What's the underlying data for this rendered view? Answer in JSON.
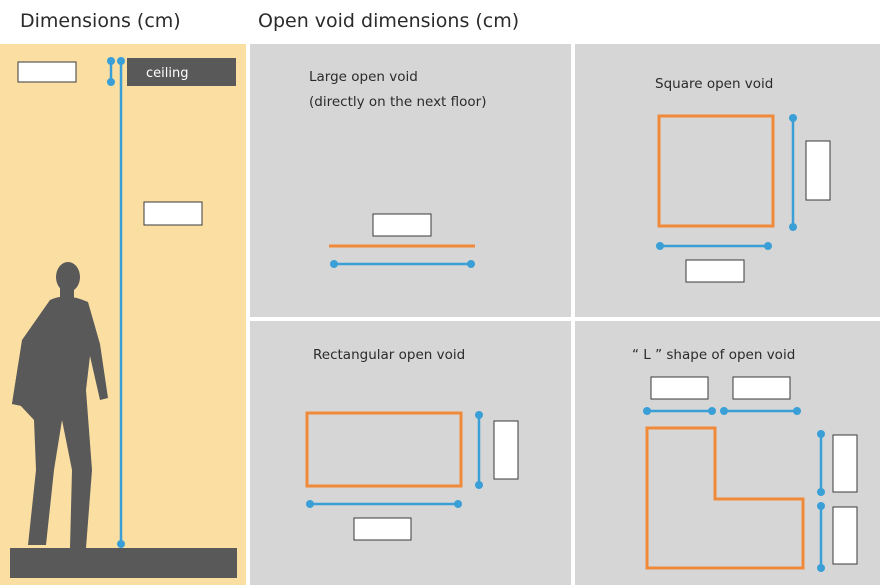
{
  "headers": {
    "left": "Dimensions (cm)",
    "right": "Open void dimensions (cm)"
  },
  "side_panel": {
    "ceiling_label": "ceiling"
  },
  "panels": {
    "large": {
      "line1": "Large open void",
      "line2": "(directly on the next floor)"
    },
    "square": {
      "title": "Square open void"
    },
    "rectangular": {
      "title": "Rectangular open void"
    },
    "lshape": {
      "title": "“ L ”  shape of open void"
    }
  },
  "colors": {
    "side_background": "#fbdfa2",
    "panel_background": "#d6d6d6",
    "void_outline": "#f08a3a",
    "dimension_line": "#3a9fd6",
    "silhouette": "#595959"
  },
  "icons": [
    "person-silhouette-icon"
  ]
}
